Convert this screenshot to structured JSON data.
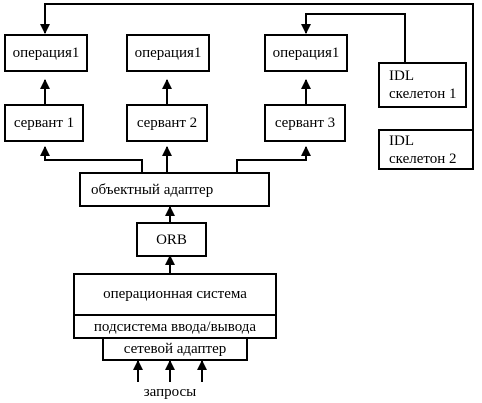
{
  "boxes": {
    "op1": "операция1",
    "op2": "операция1",
    "op3": "операция1",
    "servant1": "сервант 1",
    "servant2": "сервант 2",
    "servant3": "сервант 3",
    "idl1": [
      "IDL",
      "скелетон 1"
    ],
    "idl2": [
      "IDL",
      "скелетон 2"
    ],
    "adapter": "объектный адаптер",
    "orb": "ORB",
    "os": "операционная система",
    "io": "подсистема ввода/вывода",
    "net": "сетевой адаптер"
  },
  "requests_label": "запросы",
  "colors": {
    "line": "#000000",
    "background": "#ffffff"
  }
}
